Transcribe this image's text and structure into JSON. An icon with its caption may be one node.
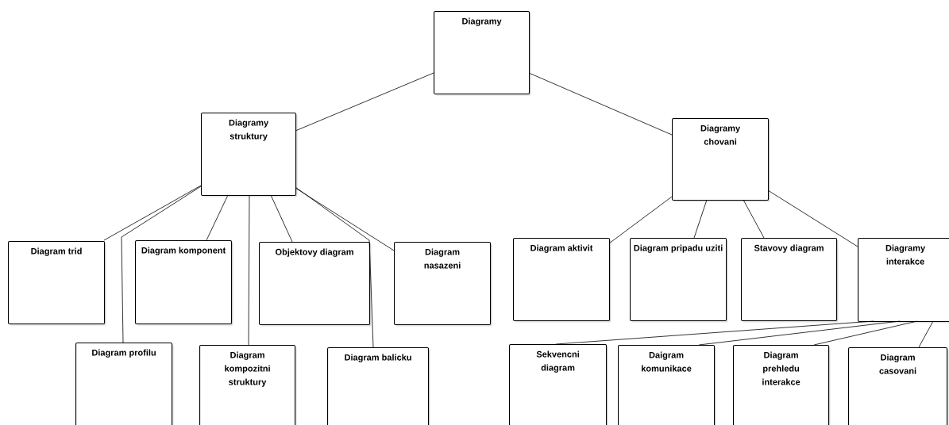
{
  "diagram": {
    "nodes": [
      {
        "text": [
          "Diagramy"
        ]
      },
      {
        "text": [
          "Diagramy struktury"
        ]
      },
      {
        "text": [
          "Diagramy chovani"
        ]
      },
      {
        "text": [
          "Diagram trid"
        ]
      },
      {
        "text": [
          "Diagram komponent"
        ]
      },
      {
        "text": [
          "Objektovy diagram"
        ]
      },
      {
        "text": [
          "Diagram nasazeni"
        ]
      },
      {
        "text": [
          "Diagram aktivit"
        ]
      },
      {
        "text": [
          "Diagram pripadu uziti"
        ]
      },
      {
        "text": [
          "Stavovy diagram"
        ]
      },
      {
        "text": [
          "Diagramy interakce"
        ]
      },
      {
        "text": [
          "Diagram profilu"
        ]
      },
      {
        "text": [
          "Diagram kompozitni struktury"
        ]
      },
      {
        "text": [
          "Diagram balicku"
        ]
      },
      {
        "text": [
          "Sekvencni diagram"
        ]
      },
      {
        "text": [
          "Daigram komunikace"
        ]
      },
      {
        "text": [
          "Diagram prehledu interakce"
        ]
      },
      {
        "text": [
          "Diagram casovani"
        ]
      }
    ],
    "edges": [
      {
        "from": 0,
        "to": 1,
        "arrow": "none"
      },
      {
        "from": 0,
        "to": 2,
        "arrow": "none"
      },
      {
        "from": 1,
        "to": 3,
        "arrow": "none"
      },
      {
        "from": 1,
        "to": 11,
        "arrow": "none"
      },
      {
        "from": 1,
        "to": 4,
        "arrow": "none"
      },
      {
        "from": 1,
        "to": 12,
        "arrow": "none"
      },
      {
        "from": 1,
        "to": 5,
        "arrow": "none"
      },
      {
        "from": 1,
        "to": 13,
        "arrow": "none"
      },
      {
        "from": 1,
        "to": 6,
        "arrow": "none"
      },
      {
        "from": 2,
        "to": 7,
        "arrow": "none"
      },
      {
        "from": 2,
        "to": 8,
        "arrow": "none"
      },
      {
        "from": 2,
        "to": 9,
        "arrow": "none"
      },
      {
        "from": 2,
        "to": 10,
        "arrow": "none"
      },
      {
        "from": 10,
        "to": 14,
        "arrow": "none"
      },
      {
        "from": 10,
        "to": 15,
        "arrow": "none"
      },
      {
        "from": 10,
        "to": 16,
        "arrow": "none"
      },
      {
        "from": 10,
        "to": 17,
        "arrow": "none"
      }
    ]
  }
}
